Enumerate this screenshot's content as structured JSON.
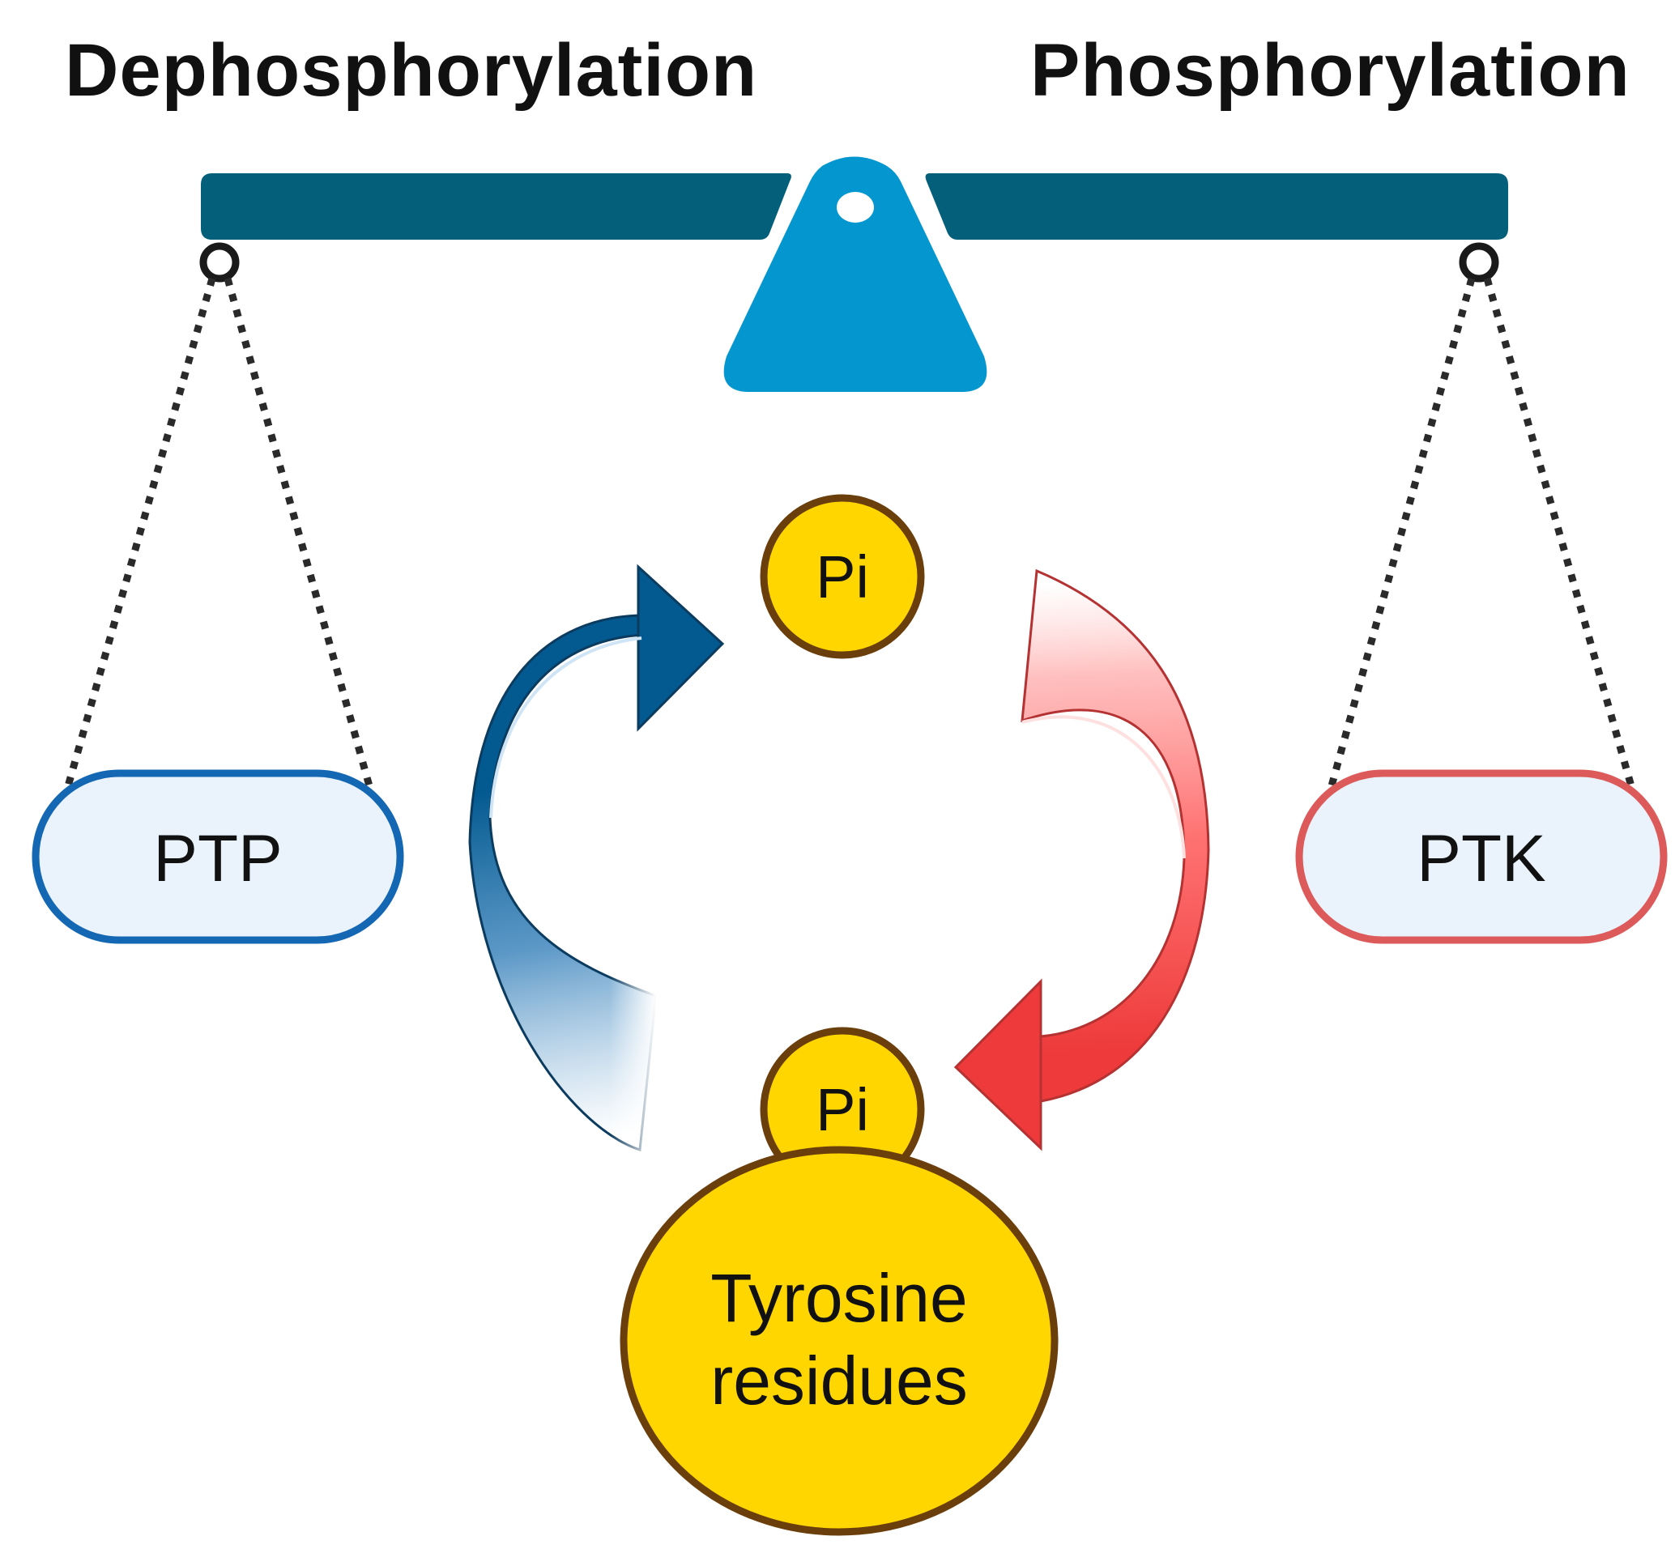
{
  "titles": {
    "left": "Dephosphorylation",
    "right": "Phosphorylation"
  },
  "enzymes": {
    "left": "PTP",
    "right": "PTK"
  },
  "phosphate": {
    "free": "Pi",
    "bound": "Pi"
  },
  "substrate": {
    "line1": "Tyrosine",
    "line2": "residues"
  },
  "colors": {
    "beam": "#035f7a",
    "fulcrum": "#0396cf",
    "ptp_border": "#1467b3",
    "ptk_border": "#dc5a5a",
    "pill_fill": "#eaf2fb",
    "pi_fill": "#ffd600",
    "pi_border": "#6b3f0c",
    "arrow_blue": "#035a90",
    "arrow_red": "#ee3a3a"
  },
  "icons": {
    "scale": "balance-scale-icon",
    "arrow_dephos": "curved-arrow-up-icon",
    "arrow_phos": "curved-arrow-down-icon"
  }
}
